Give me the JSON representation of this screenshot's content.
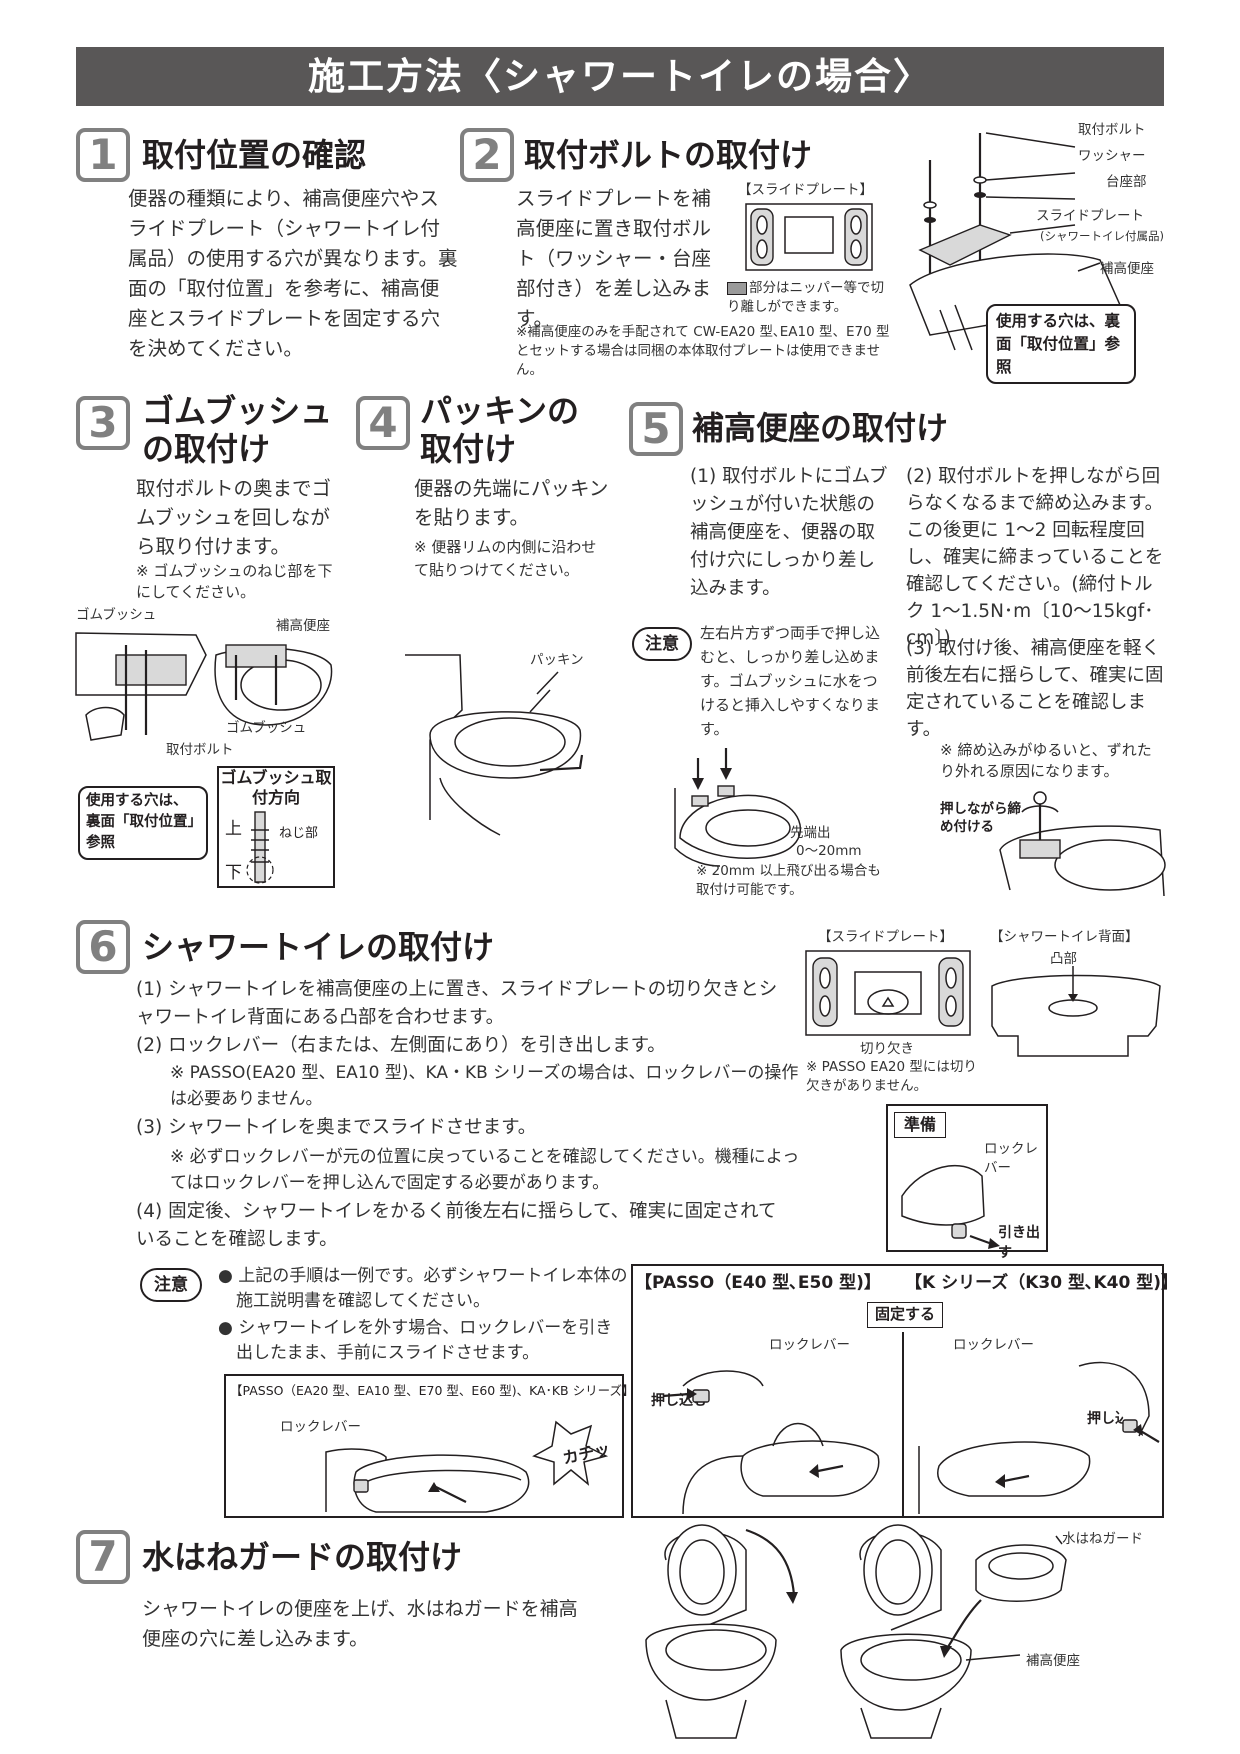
{
  "title": "施工方法〈シャワートイレの場合〉",
  "steps": [
    {
      "num": "1",
      "title": "取付位置の確認",
      "body": "便器の種類により、補高便座穴やスライドプレート（シャワートイレ付属品）の使用する穴が異なります。裏面の「取付位置」を参考に、補高便座とスライドプレートを固定する穴を決めてください。"
    },
    {
      "num": "2",
      "title": "取付ボルトの取付け",
      "body": "スライドプレートを補高便座に置き取付ボルト（ワッシャー・台座部付き）を差し込みます。",
      "plate_caption": "【スライドプレート】",
      "cut_note": "部分はニッパー等で切り離しができます。",
      "note": "※補高便座のみを手配されて CW-EA20 型､EA10 型、E70 型とセットする場合は同梱の本体取付プレートは使用できません。",
      "labels": [
        "取付ボルト",
        "ワッシャー",
        "台座部",
        "スライドプレート",
        "(シャワートイレ付属品)",
        "補高便座"
      ],
      "callout": "使用する穴は、裏面「取付位置」参照"
    },
    {
      "num": "3",
      "title": "ゴムブッシュの取付け",
      "body": "取付ボルトの奥までゴムブッシュを回しながら取り付けます。",
      "note": "※ ゴムブッシュのねじ部を下にしてください。",
      "labels": [
        "ゴムブッシュ",
        "補高便座",
        "ゴムブッシュ",
        "取付ボルト"
      ],
      "callout": "使用する穴は、裏面「取付位置」参照",
      "dir_title": "ゴムブッシュ取付方向",
      "dir_up": "上",
      "dir_down": "下",
      "dir_screw": "ねじ部"
    },
    {
      "num": "4",
      "title": "パッキンの取付け",
      "body": "便器の先端にパッキンを貼ります。",
      "note": "※ 便器リムの内側に沿わせて貼りつけてください。",
      "label": "パッキン"
    },
    {
      "num": "5",
      "title": "補高便座の取付け",
      "item1": "(1) 取付ボルトにゴムブッシュが付いた状態の補高便座を、便器の取付け穴にしっかり差し込みます。",
      "caution_label": "注意",
      "caution": "左右片方ずつ両手で押し込むと、しっかり差し込めます。ゴムブッシュに水をつけると挿入しやすくなります。",
      "item2": "(2) 取付ボルトを押しながら回らなくなるまで締め込みます。この後更に 1～2 回転程度回し、確実に締まっていることを確認してください。(締付トルク 1～1.5N･m〔10～15kgf･cm〕)",
      "item3": "(3) 取付け後、補高便座を軽く前後左右に揺らして、確実に固定されていることを確認します。",
      "note": "※ 締め込みがゆるいと、ずれたり外れる原因になります。",
      "tip_label": "先端出",
      "tip_value": "0～20mm",
      "tip_note": "※ 20mm 以上飛び出る場合も取付け可能です。",
      "push_label": "押しながら締め付ける"
    },
    {
      "num": "6",
      "title": "シャワートイレの取付け",
      "items": [
        "(1) シャワートイレを補高便座の上に置き、スライドプレートの切り欠きとシャワートイレ背面にある凸部を合わせます。",
        "(2) ロックレバー（右または、左側面にあり）を引き出します。",
        "※ PASSO(EA20 型、EA10 型)、KA・KB シリーズの場合は、ロックレバーの操作は必要ありません。",
        "(3) シャワートイレを奥までスライドさせます。",
        "※ 必ずロックレバーが元の位置に戻っていることを確認してください。機種によってはロックレバーを押し込んで固定する必要があります。",
        "(4) 固定後、シャワートイレをかるく前後左右に揺らして、確実に固定されていることを確認します。"
      ],
      "plate_caption": "【スライドプレート】",
      "back_caption": "【シャワートイレ背面】",
      "notch_label": "切り欠き",
      "boss_label": "凸部",
      "notch_note": "※ PASSO EA20 型には切り欠きがありません。",
      "prep_label": "準備",
      "lever_label": "ロックレバー",
      "pull_label": "引き出す",
      "caution_label": "注意",
      "cautions": [
        "● 上記の手順は一例です。必ずシャワートイレ本体の施工説明書を確認してください。",
        "● シャワートイレを外す場合、ロックレバーを引き出したまま、手前にスライドさせます。"
      ],
      "passo_small_caption": "【PASSO（EA20 型、EA10 型、E70 型、E60 型)、KA･KB シリーズ】",
      "click_label": "カチッ",
      "passo_caption": "【PASSO（E40 型､E50 型)】",
      "k_caption": "【K シリーズ（K30 型､K40 型)】",
      "fix_label": "固定する",
      "push_in_label": "押し込む"
    },
    {
      "num": "7",
      "title": "水はねガードの取付け",
      "body": "シャワートイレの便座を上げ、水はねガードを補高便座の穴に差し込みます。",
      "labels": [
        "水はねガード",
        "補高便座"
      ]
    }
  ]
}
